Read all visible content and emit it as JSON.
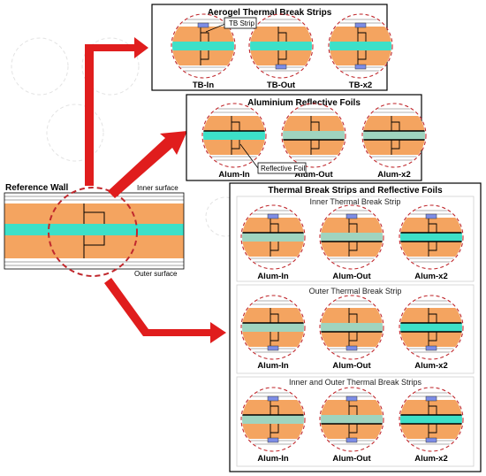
{
  "colors": {
    "insulation": "#f4a460",
    "airgap": "#3de0c8",
    "airgap_grey": "#9fd4bf",
    "foil": "#000000",
    "strip": "#7d8de6",
    "arrow": "#e01d1d",
    "circle": "#c0282d"
  },
  "reference": {
    "title": "Reference Wall",
    "inner": "Inner surface",
    "outer": "Outer surface"
  },
  "panel_aerogel": {
    "title": "Aerogel Thermal Break Strips",
    "callout": "TB Strip",
    "labels": [
      "TB-In",
      "TB-Out",
      "TB-x2"
    ]
  },
  "panel_foils": {
    "title": "Aluminium Reflective Foils",
    "callout": "Reflective Foil",
    "labels": [
      "Alum-In",
      "Alum-Out",
      "Alum-x2"
    ]
  },
  "panel_combined": {
    "title": "Thermal Break Strips and Reflective Foils",
    "groups": [
      {
        "title": "Inner Thermal Break Strip",
        "labels": [
          "Alum-In",
          "Alum-Out",
          "Alum-x2"
        ]
      },
      {
        "title": "Outer Thermal Break Strip",
        "labels": [
          "Alum-In",
          "Alum-Out",
          "Alum-x2"
        ]
      },
      {
        "title": "Inner and Outer Thermal Break Strips",
        "labels": [
          "Alum-In",
          "Alum-Out",
          "Alum-x2"
        ]
      }
    ]
  }
}
